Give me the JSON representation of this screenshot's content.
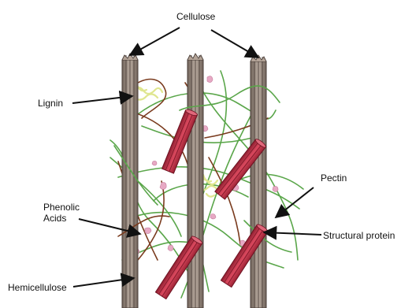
{
  "labels": {
    "cellulose": "Cellulose",
    "lignin": "Lignin",
    "phenolic_line1": "Phenolic",
    "phenolic_line2": "Acids",
    "hemicellulose": "Hemicellulose",
    "pectin": "Pectin",
    "structural_protein": "Structural protein"
  },
  "colors": {
    "cellulose_fiber": "#8a7a70",
    "cellulose_outline": "#4a3e38",
    "lignin": "#e8eeaa",
    "hemicellulose_green": "#5aa64a",
    "hemicellulose_brown": "#7a3b1e",
    "pectin_blob": "#e7a9c4",
    "structural_protein": "#c0394d",
    "leader_line": "#111111"
  }
}
